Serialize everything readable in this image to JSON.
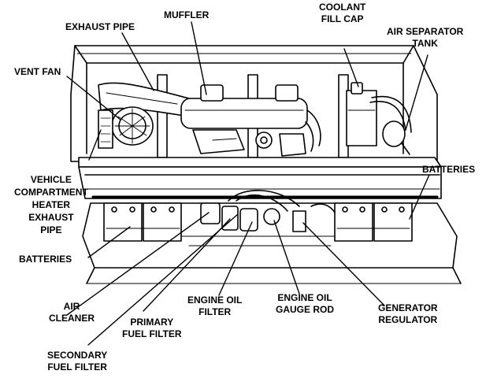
{
  "labels": {
    "muffler": [
      "MUFFLER"
    ],
    "exhaust_pipe": [
      "EXHAUST PIPE"
    ],
    "coolant_fill_cap": [
      "COOLANT",
      "FILL CAP"
    ],
    "air_separator_tank": [
      "AIR SEPARATOR",
      "TANK"
    ],
    "vent_fan": [
      "VENT FAN"
    ],
    "vehicle_compartment_heater_exhaust_pipe": [
      "VEHICLE",
      "COMPARTMENT",
      "HEATER",
      "EXHAUST",
      "PIPE"
    ],
    "batteries_right": [
      "BATTERIES"
    ],
    "batteries_left": [
      "BATTERIES"
    ],
    "air_cleaner": [
      "AIR",
      "CLEANER"
    ],
    "engine_oil_filter": [
      "ENGINE OIL",
      "FILTER"
    ],
    "engine_oil_gauge_rod": [
      "ENGINE OIL",
      "GAUGE ROD"
    ],
    "generator_regulator": [
      "GENERATOR",
      "REGULATOR"
    ],
    "primary_fuel_filter": [
      "PRIMARY",
      "FUEL FILTER"
    ],
    "secondary_fuel_filter": [
      "SECONDARY",
      "FUEL FILTER"
    ]
  }
}
